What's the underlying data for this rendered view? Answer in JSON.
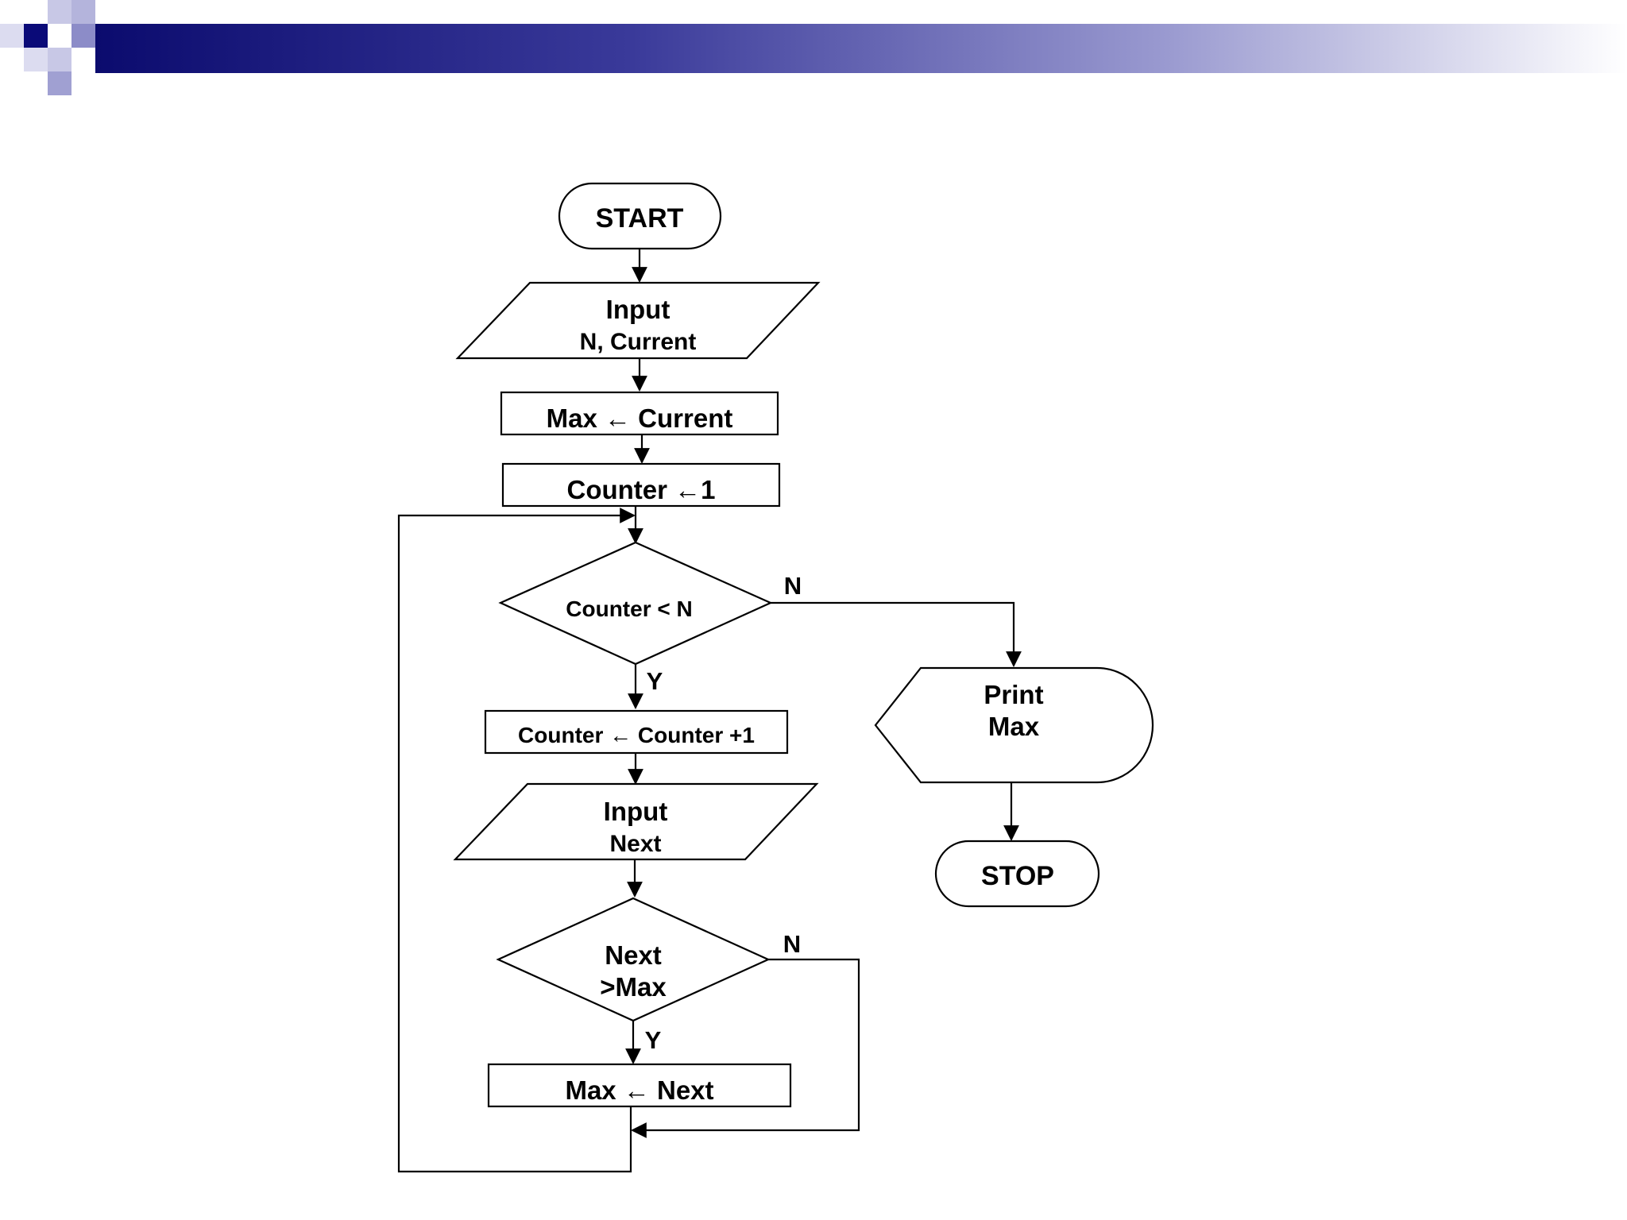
{
  "theme": {
    "banner_start": "#0b0b6e",
    "banner_end": "#ffffff",
    "square_dark": "#0a0a78",
    "square_mid": "#8c8cc8",
    "square_light": "#c8c8e6"
  },
  "flowchart": {
    "start": "START",
    "input1_line1": "Input",
    "input1_line2": "N, Current",
    "max_init": "Max ← Current",
    "counter_init": "Counter ←1",
    "decision1": "Counter < N",
    "decision1_no": "N",
    "decision1_yes": "Y",
    "counter_inc": "Counter ← Counter +1",
    "input2_line1": "Input",
    "input2_line2": "Next",
    "decision2_line1": "Next",
    "decision2_line2": ">Max",
    "decision2_no": "N",
    "decision2_yes": "Y",
    "max_assign": "Max ← Next",
    "print_line1": "Print",
    "print_line2": "Max",
    "stop": "STOP"
  }
}
